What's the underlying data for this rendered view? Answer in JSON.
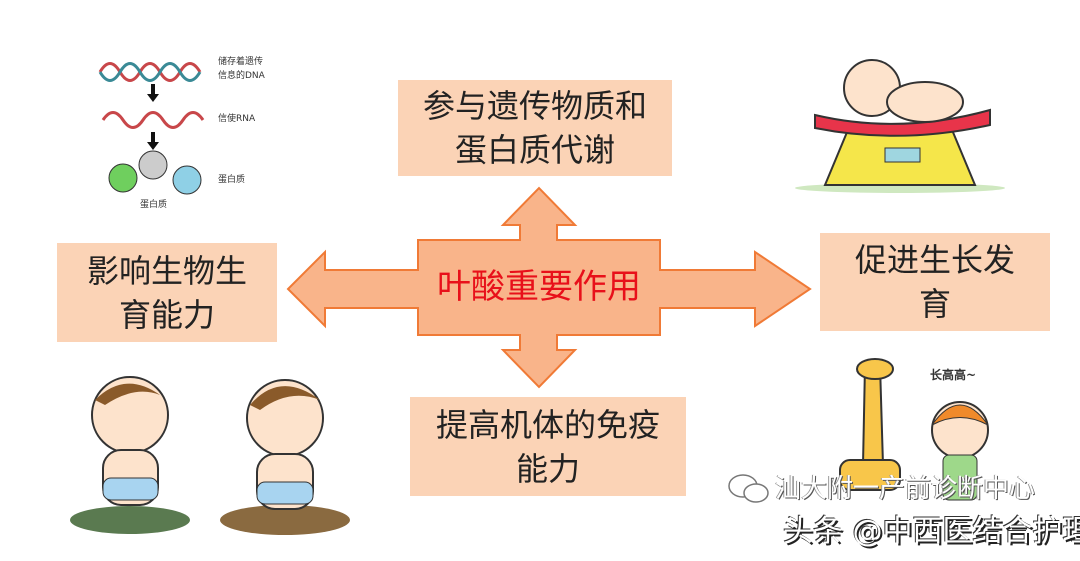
{
  "center": {
    "label": "叶酸重要作用"
  },
  "boxes": {
    "top": {
      "line1": "参与遗传物质和",
      "line2": "蛋白质代谢"
    },
    "left": {
      "line1": "影响生物生",
      "line2": "育能力"
    },
    "right": {
      "line1": "促进生长发",
      "line2": "育"
    },
    "bottom": {
      "line1": "提高机体的免疫",
      "line2": "能力"
    }
  },
  "dna_diagram": {
    "dna_label_1": "储存着遗传",
    "dna_label_2": "信息的DNA",
    "rna_label": "信使RNA",
    "protein_label_right": "蛋白质",
    "protein_label_bottom": "蛋白质"
  },
  "giraffe_speech": "长高高~",
  "watermarks": {
    "wechat": "汕大附一产前诊断中心",
    "toutiao": "头条 @中西医结合护理"
  },
  "colors": {
    "box_fill": "#fbd3b6",
    "arrow_fill": "#f9b48a",
    "arrow_stroke": "#f07a36",
    "center_text": "#e8101a"
  }
}
